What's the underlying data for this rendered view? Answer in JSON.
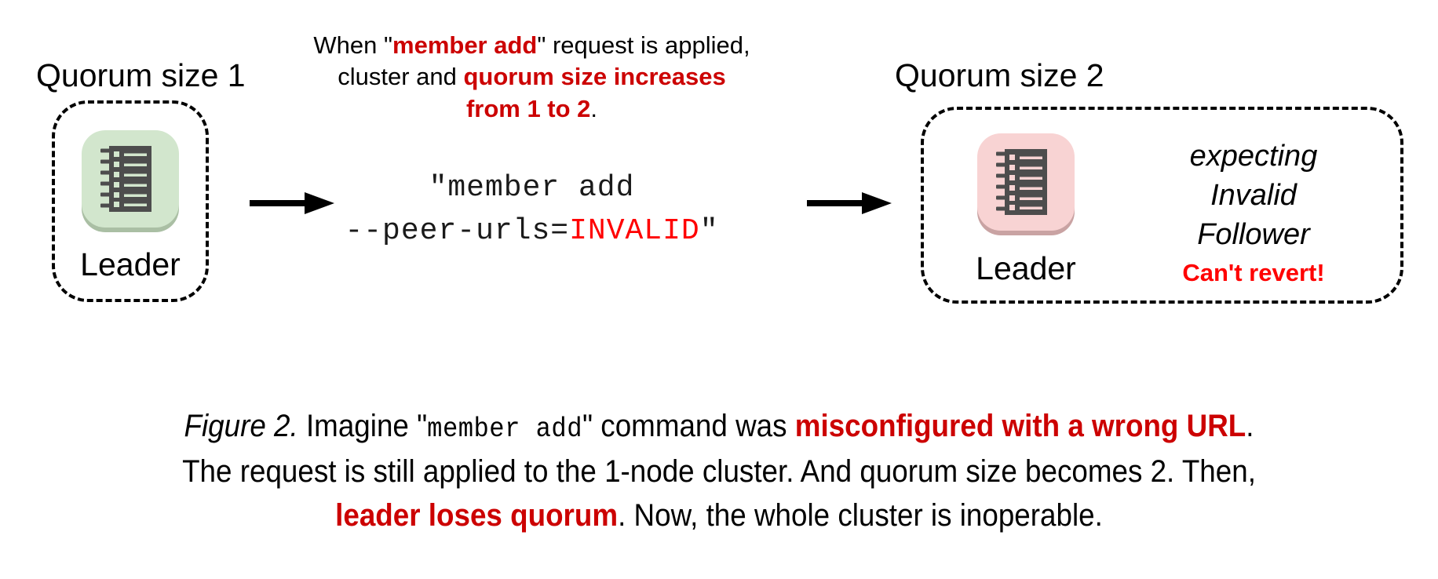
{
  "figure": {
    "title_prefix": "Figure 2.",
    "colors": {
      "accent_red": "#cc0000",
      "pure_red": "#ff0000",
      "leader_ok_tile": "#d2e6cd",
      "leader_ok_shadow": "#aabfa4",
      "leader_bad_tile": "#f8d3d3",
      "leader_bad_shadow": "#c9a3a3",
      "icon_body": "#4d4d4d",
      "text_black": "#000000"
    }
  },
  "left_cluster": {
    "label": "Quorum size 1",
    "node_caption": "Leader",
    "icon_name": "server-icon-green",
    "tile_color": "#d2e6cd",
    "shadow_color": "#aabfa4",
    "line_color": "#d2e6cd"
  },
  "right_cluster": {
    "label": "Quorum size 2",
    "node_caption": "Leader",
    "icon_name": "server-icon-pink",
    "tile_color": "#f8d3d3",
    "shadow_color": "#c9a3a3",
    "line_color": "#f8d3d3",
    "note_lines": [
      "expecting",
      "Invalid",
      "Follower"
    ],
    "warning": "Can't revert!"
  },
  "explanation": {
    "line1": {
      "a": "When \"",
      "b": "member add",
      "c": "\" request is applied,"
    },
    "line2": {
      "a": "cluster and ",
      "b": "quorum size increases"
    },
    "line3": {
      "b": "from 1 to 2",
      "c": "."
    }
  },
  "command": {
    "line1": "\"member add",
    "line2_prefix": "--peer-urls=",
    "line2_invalid": "INVALID",
    "line2_suffix": "\""
  },
  "arrows": {
    "first": "arrow-right",
    "second": "arrow-right"
  },
  "caption": {
    "l1_a": "Figure 2.",
    "l1_b": " Imagine \"",
    "l1_mono": "member add",
    "l1_c": "\" command was ",
    "l1_em": "misconfigured with a wrong URL",
    "l1_d": ".",
    "l2": "The request is still applied to the 1-node cluster. And quorum size becomes 2. Then,",
    "l3_em": "leader loses quorum",
    "l3_b": ". Now, the whole cluster is inoperable."
  }
}
